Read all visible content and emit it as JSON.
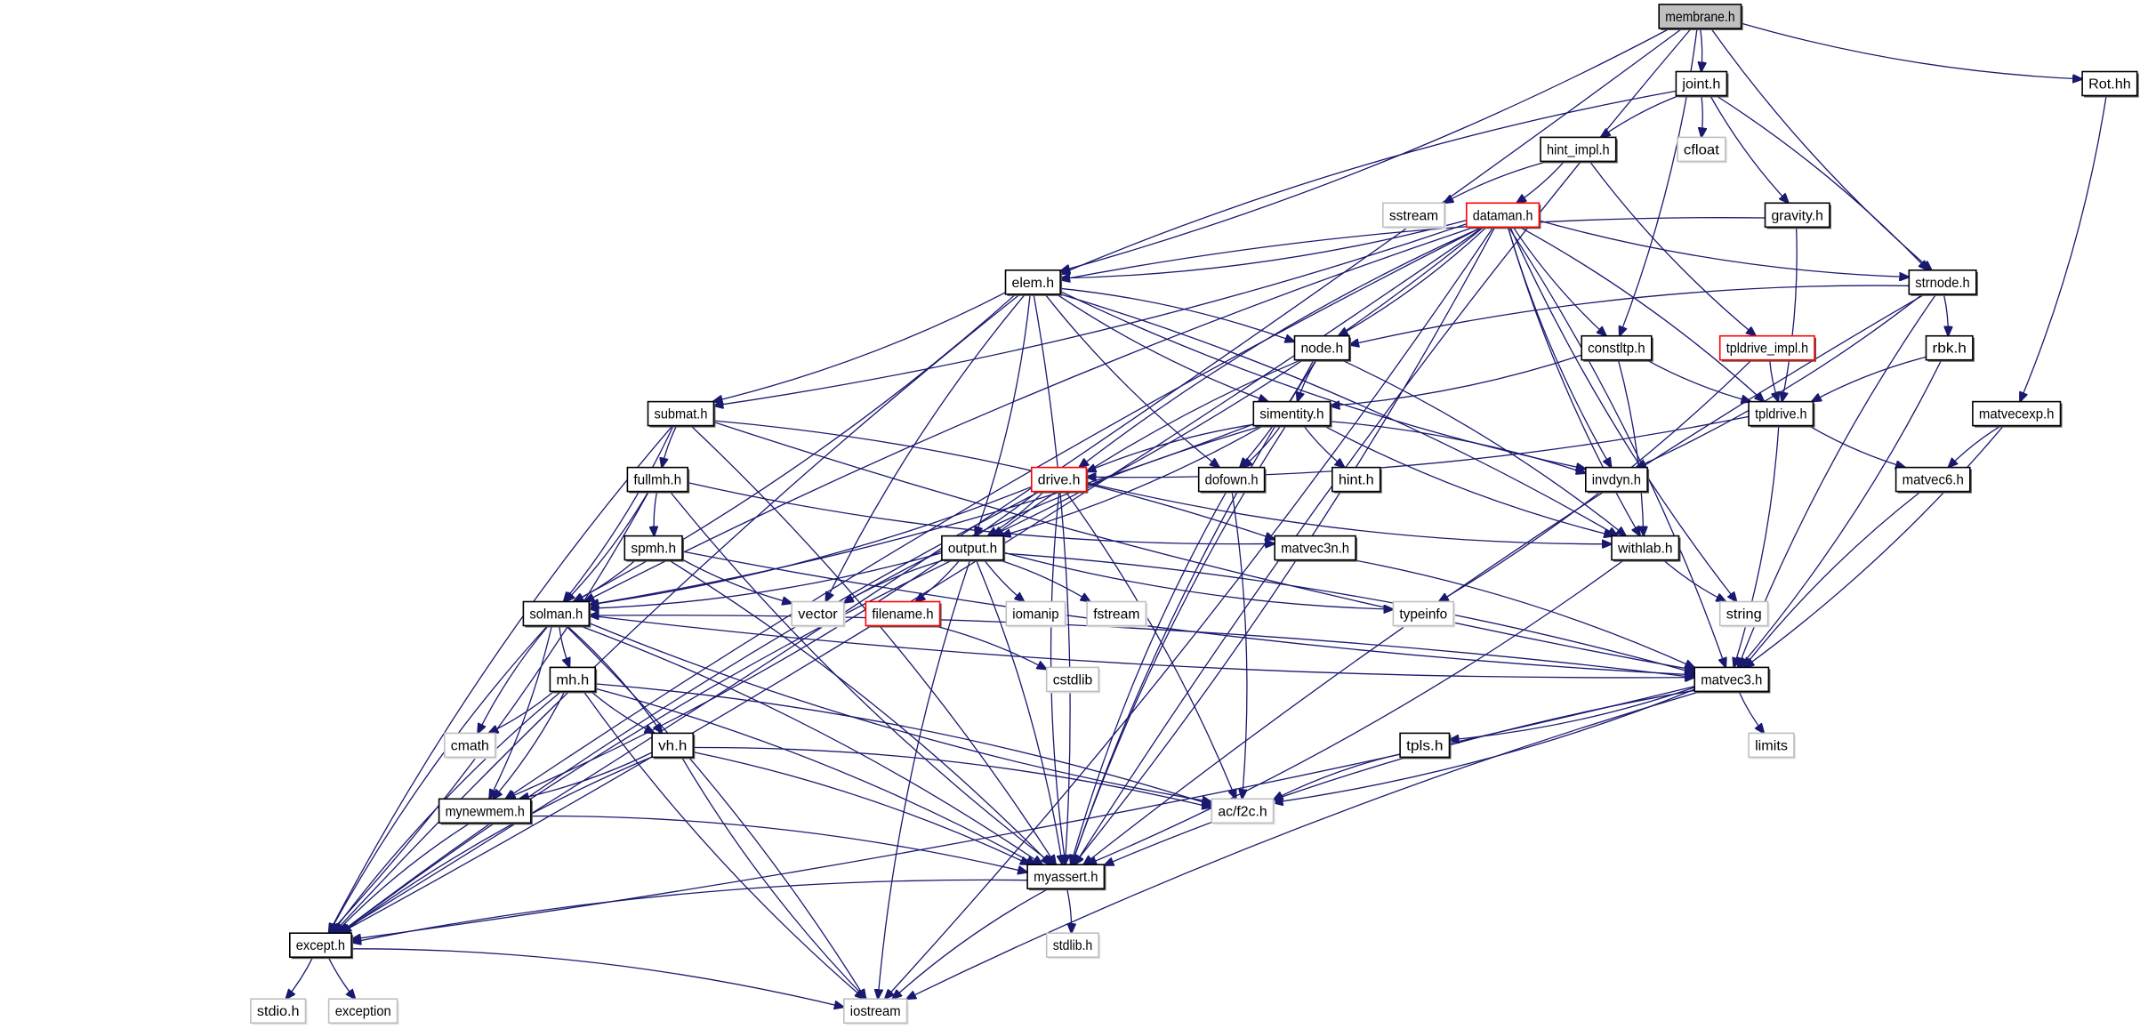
{
  "graph": {
    "title": "membrane.h",
    "colors": {
      "edge": "#191970",
      "normal_border": "#000000",
      "missing_border": "#bfbfbf",
      "truncated_border": "#ff0000",
      "root_fill": "#bfbfbf"
    },
    "nodes": {
      "membrane": {
        "label": "membrane.h",
        "kind": "root"
      },
      "joint": {
        "label": "joint.h",
        "kind": "normal"
      },
      "rothh": {
        "label": "Rot.hh",
        "kind": "normal"
      },
      "hint_impl": {
        "label": "hint_impl.h",
        "kind": "normal"
      },
      "cfloat": {
        "label": "cfloat",
        "kind": "system"
      },
      "sstream": {
        "label": "sstream",
        "kind": "system"
      },
      "dataman": {
        "label": "dataman.h",
        "kind": "truncated"
      },
      "gravity": {
        "label": "gravity.h",
        "kind": "normal"
      },
      "elem": {
        "label": "elem.h",
        "kind": "normal"
      },
      "strnode": {
        "label": "strnode.h",
        "kind": "normal"
      },
      "node": {
        "label": "node.h",
        "kind": "normal"
      },
      "constltp": {
        "label": "constltp.h",
        "kind": "normal"
      },
      "tpldrive_impl": {
        "label": "tpldrive_impl.h",
        "kind": "truncated"
      },
      "rbk": {
        "label": "rbk.h",
        "kind": "normal"
      },
      "submat": {
        "label": "submat.h",
        "kind": "normal"
      },
      "simentity": {
        "label": "simentity.h",
        "kind": "normal"
      },
      "tpldrive": {
        "label": "tpldrive.h",
        "kind": "normal"
      },
      "matvecexp": {
        "label": "matvecexp.h",
        "kind": "normal"
      },
      "fullmh": {
        "label": "fullmh.h",
        "kind": "normal"
      },
      "drive": {
        "label": "drive.h",
        "kind": "truncated"
      },
      "dofown": {
        "label": "dofown.h",
        "kind": "normal"
      },
      "hint": {
        "label": "hint.h",
        "kind": "normal"
      },
      "invdyn": {
        "label": "invdyn.h",
        "kind": "normal"
      },
      "matvec6": {
        "label": "matvec6.h",
        "kind": "normal"
      },
      "spmh": {
        "label": "spmh.h",
        "kind": "normal"
      },
      "output": {
        "label": "output.h",
        "kind": "normal"
      },
      "matvec3n": {
        "label": "matvec3n.h",
        "kind": "normal"
      },
      "withlab": {
        "label": "withlab.h",
        "kind": "normal"
      },
      "solman": {
        "label": "solman.h",
        "kind": "normal"
      },
      "vector": {
        "label": "vector",
        "kind": "system"
      },
      "filename": {
        "label": "filename.h",
        "kind": "truncated"
      },
      "iomanip": {
        "label": "iomanip",
        "kind": "system"
      },
      "fstream": {
        "label": "fstream",
        "kind": "system"
      },
      "typeinfo": {
        "label": "typeinfo",
        "kind": "system"
      },
      "string": {
        "label": "string",
        "kind": "system"
      },
      "mh": {
        "label": "mh.h",
        "kind": "normal"
      },
      "cstdlib": {
        "label": "cstdlib",
        "kind": "system"
      },
      "matvec3": {
        "label": "matvec3.h",
        "kind": "normal"
      },
      "cmath": {
        "label": "cmath",
        "kind": "system"
      },
      "vh": {
        "label": "vh.h",
        "kind": "normal"
      },
      "tpls": {
        "label": "tpls.h",
        "kind": "normal"
      },
      "limits": {
        "label": "limits",
        "kind": "system"
      },
      "mynewmem": {
        "label": "mynewmem.h",
        "kind": "normal"
      },
      "acf2c": {
        "label": "ac/f2c.h",
        "kind": "system"
      },
      "myassert": {
        "label": "myassert.h",
        "kind": "normal"
      },
      "except": {
        "label": "except.h",
        "kind": "normal"
      },
      "stdlib": {
        "label": "stdlib.h",
        "kind": "system"
      },
      "stdio": {
        "label": "stdio.h",
        "kind": "system"
      },
      "exception": {
        "label": "exception",
        "kind": "system"
      },
      "iostream": {
        "label": "iostream",
        "kind": "system"
      }
    },
    "edges": [
      [
        "membrane",
        "joint"
      ],
      [
        "membrane",
        "rothh"
      ],
      [
        "membrane",
        "elem"
      ],
      [
        "membrane",
        "strnode"
      ],
      [
        "membrane",
        "except"
      ],
      [
        "membrane",
        "myassert"
      ],
      [
        "membrane",
        "constltp"
      ],
      [
        "joint",
        "hint_impl"
      ],
      [
        "joint",
        "cfloat"
      ],
      [
        "joint",
        "gravity"
      ],
      [
        "joint",
        "strnode"
      ],
      [
        "joint",
        "elem"
      ],
      [
        "rothh",
        "matvecexp"
      ],
      [
        "hint_impl",
        "sstream"
      ],
      [
        "hint_impl",
        "dataman"
      ],
      [
        "hint_impl",
        "tpldrive_impl"
      ],
      [
        "dataman",
        "elem"
      ],
      [
        "dataman",
        "strnode"
      ],
      [
        "dataman",
        "node"
      ],
      [
        "dataman",
        "constltp"
      ],
      [
        "dataman",
        "tpldrive"
      ],
      [
        "dataman",
        "invdyn"
      ],
      [
        "dataman",
        "output"
      ],
      [
        "dataman",
        "drive"
      ],
      [
        "dataman",
        "submat"
      ],
      [
        "dataman",
        "solman"
      ],
      [
        "dataman",
        "except"
      ],
      [
        "dataman",
        "mynewmem"
      ],
      [
        "dataman",
        "iostream"
      ],
      [
        "dataman",
        "string"
      ],
      [
        "dataman",
        "myassert"
      ],
      [
        "dataman",
        "withlab"
      ],
      [
        "dataman",
        "matvec3"
      ],
      [
        "gravity",
        "elem"
      ],
      [
        "gravity",
        "tpldrive"
      ],
      [
        "strnode",
        "node"
      ],
      [
        "strnode",
        "rbk"
      ],
      [
        "strnode",
        "matvec3"
      ],
      [
        "strnode",
        "invdyn"
      ],
      [
        "strnode",
        "myassert"
      ],
      [
        "elem",
        "node"
      ],
      [
        "elem",
        "simentity"
      ],
      [
        "elem",
        "submat"
      ],
      [
        "elem",
        "dofown"
      ],
      [
        "elem",
        "output"
      ],
      [
        "elem",
        "vector"
      ],
      [
        "elem",
        "withlab"
      ],
      [
        "elem",
        "invdyn"
      ],
      [
        "elem",
        "solman"
      ],
      [
        "elem",
        "except"
      ],
      [
        "elem",
        "myassert"
      ],
      [
        "node",
        "simentity"
      ],
      [
        "node",
        "dofown"
      ],
      [
        "node",
        "output"
      ],
      [
        "node",
        "withlab"
      ],
      [
        "node",
        "myassert"
      ],
      [
        "constltp",
        "simentity"
      ],
      [
        "constltp",
        "tpldrive"
      ],
      [
        "constltp",
        "withlab"
      ],
      [
        "tpldrive_impl",
        "tpldrive"
      ],
      [
        "tpldrive_impl",
        "typeinfo"
      ],
      [
        "rbk",
        "tpldrive"
      ],
      [
        "rbk",
        "matvec3"
      ],
      [
        "submat",
        "fullmh"
      ],
      [
        "submat",
        "solman"
      ],
      [
        "submat",
        "except"
      ],
      [
        "submat",
        "myassert"
      ],
      [
        "submat",
        "matvec3"
      ],
      [
        "submat",
        "matvec3n"
      ],
      [
        "simentity",
        "drive"
      ],
      [
        "simentity",
        "dofown"
      ],
      [
        "simentity",
        "hint"
      ],
      [
        "simentity",
        "invdyn"
      ],
      [
        "simentity",
        "withlab"
      ],
      [
        "simentity",
        "output"
      ],
      [
        "simentity",
        "vector"
      ],
      [
        "simentity",
        "solman"
      ],
      [
        "simentity",
        "myassert"
      ],
      [
        "tpldrive",
        "drive"
      ],
      [
        "tpldrive",
        "matvec6"
      ],
      [
        "tpldrive",
        "matvec3"
      ],
      [
        "matvecexp",
        "matvec6"
      ],
      [
        "matvecexp",
        "matvec3"
      ],
      [
        "fullmh",
        "spmh"
      ],
      [
        "fullmh",
        "solman"
      ],
      [
        "fullmh",
        "matvec3n"
      ],
      [
        "fullmh",
        "except"
      ],
      [
        "fullmh",
        "myassert"
      ],
      [
        "drive",
        "output"
      ],
      [
        "drive",
        "withlab"
      ],
      [
        "drive",
        "solman"
      ],
      [
        "drive",
        "except"
      ],
      [
        "drive",
        "mynewmem"
      ],
      [
        "drive",
        "myassert"
      ],
      [
        "drive",
        "acf2c"
      ],
      [
        "dofown",
        "myassert"
      ],
      [
        "dofown",
        "acf2c"
      ],
      [
        "matvec6",
        "matvec3"
      ],
      [
        "spmh",
        "solman"
      ],
      [
        "spmh",
        "vector"
      ],
      [
        "spmh",
        "myassert"
      ],
      [
        "spmh",
        "matvec3"
      ],
      [
        "output",
        "solman"
      ],
      [
        "output",
        "vector"
      ],
      [
        "output",
        "filename"
      ],
      [
        "output",
        "iomanip"
      ],
      [
        "output",
        "fstream"
      ],
      [
        "output",
        "typeinfo"
      ],
      [
        "output",
        "myassert"
      ],
      [
        "output",
        "except"
      ],
      [
        "output",
        "matvec3"
      ],
      [
        "output",
        "iostream"
      ],
      [
        "matvec3n",
        "matvec3"
      ],
      [
        "withlab",
        "string"
      ],
      [
        "withlab",
        "myassert"
      ],
      [
        "solman",
        "mh"
      ],
      [
        "solman",
        "vh"
      ],
      [
        "solman",
        "cmath"
      ],
      [
        "solman",
        "mynewmem"
      ],
      [
        "solman",
        "except"
      ],
      [
        "solman",
        "myassert"
      ],
      [
        "solman",
        "matvec3"
      ],
      [
        "solman",
        "iostream"
      ],
      [
        "solman",
        "acf2c"
      ],
      [
        "filename",
        "cstdlib"
      ],
      [
        "matvec3",
        "solman"
      ],
      [
        "matvec3",
        "tpls"
      ],
      [
        "matvec3",
        "limits"
      ],
      [
        "matvec3",
        "acf2c"
      ],
      [
        "matvec3",
        "myassert"
      ],
      [
        "matvec3",
        "except"
      ],
      [
        "matvec3",
        "iostream"
      ],
      [
        "mh",
        "cmath"
      ],
      [
        "mh",
        "vh"
      ],
      [
        "mh",
        "mynewmem"
      ],
      [
        "mh",
        "except"
      ],
      [
        "mh",
        "myassert"
      ],
      [
        "mh",
        "iostream"
      ],
      [
        "mh",
        "acf2c"
      ],
      [
        "tpls",
        "acf2c"
      ],
      [
        "vh",
        "mynewmem"
      ],
      [
        "vh",
        "except"
      ],
      [
        "vh",
        "myassert"
      ],
      [
        "vh",
        "iostream"
      ],
      [
        "vh",
        "acf2c"
      ],
      [
        "mynewmem",
        "except"
      ],
      [
        "mynewmem",
        "myassert"
      ],
      [
        "myassert",
        "except"
      ],
      [
        "myassert",
        "stdlib"
      ],
      [
        "myassert",
        "iostream"
      ],
      [
        "except",
        "stdio"
      ],
      [
        "except",
        "exception"
      ],
      [
        "except",
        "iostream"
      ]
    ]
  }
}
